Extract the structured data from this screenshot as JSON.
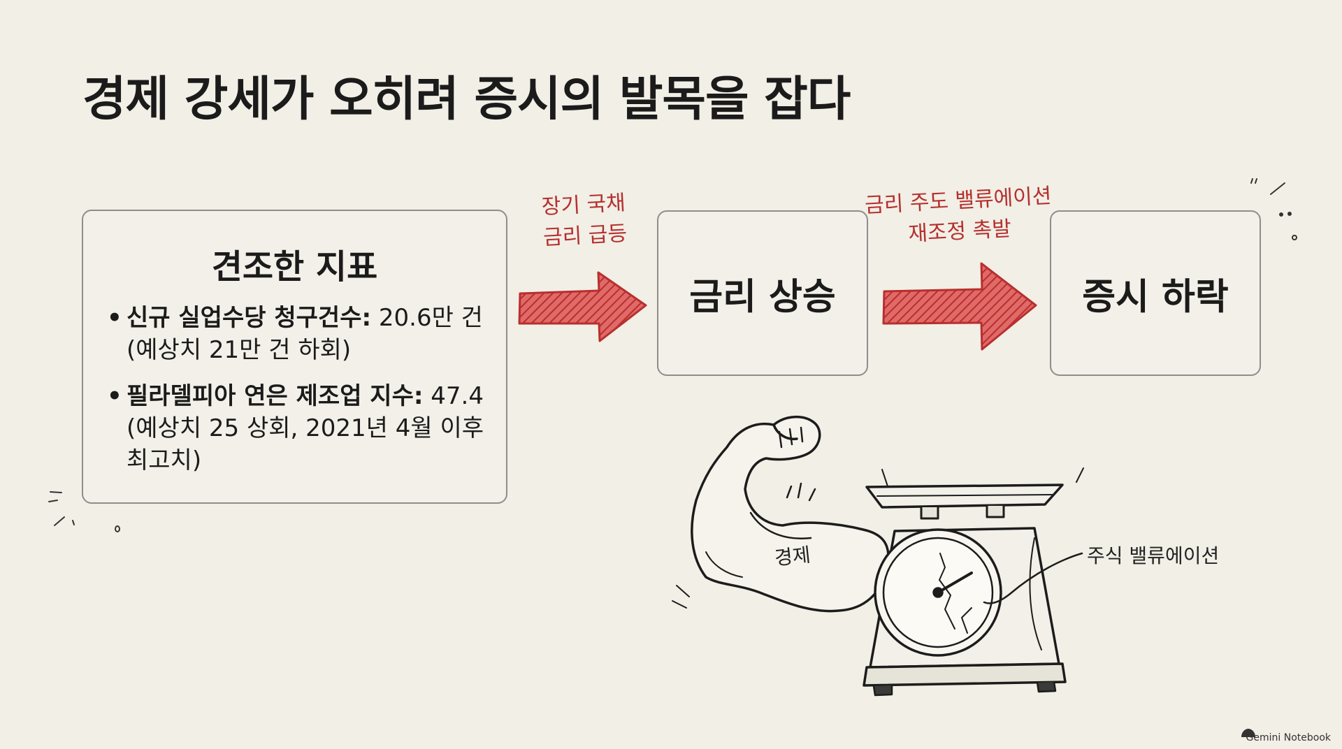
{
  "title": "경제 강세가 오히려 증시의 발목을 잡다",
  "indicators": {
    "heading": "견조한 지표",
    "items": [
      {
        "label": "신규 실업수당 청구건수:",
        "value": "20.6만 건",
        "note": "(예상치 21만 건 하회)"
      },
      {
        "label": "필라델피아 연은 제조업 지수:",
        "value": "47.4",
        "note": "(예상치 25 상회, 2021년 4월 이후 최고치)"
      }
    ]
  },
  "flow": {
    "step2": "금리 상승",
    "step3": "증시 하락",
    "arrow1_label": [
      "장기 국채",
      "금리 급등"
    ],
    "arrow2_label": [
      "금리 주도 밸류에이션",
      "재조정 촉발"
    ]
  },
  "illustration": {
    "arm_label": "경제",
    "scale_label": "주식 밸류에이션"
  },
  "branding": "Gemini Notebook",
  "colors": {
    "accent_red": "#c93b3a",
    "background": "#f1efe6",
    "ink": "#1b1b1b"
  }
}
